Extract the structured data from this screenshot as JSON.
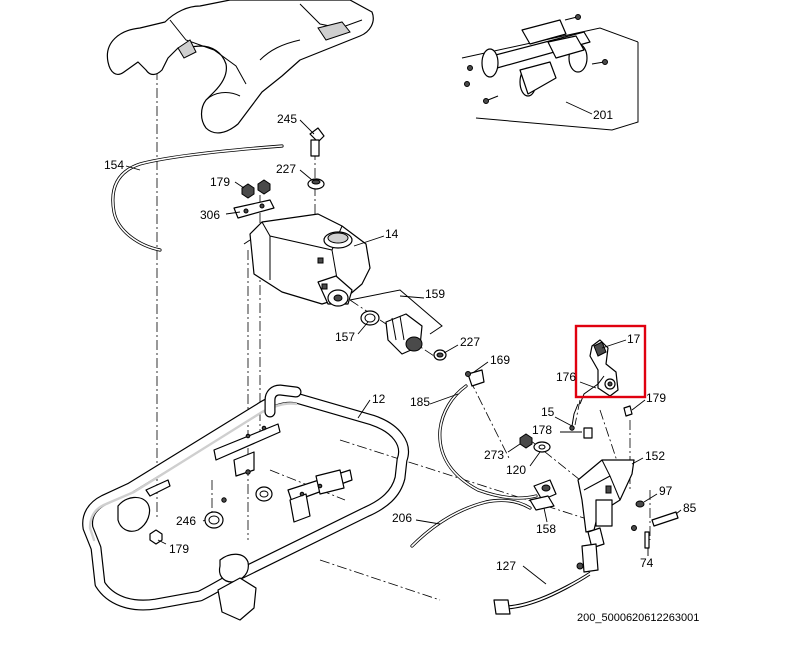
{
  "diagram": {
    "part_labels": {
      "p17": "17",
      "p176": "176",
      "p179_right": "179",
      "p15": "15",
      "p178": "178",
      "p201": "201",
      "p245": "245",
      "p154": "154",
      "p227_top": "227",
      "p179_top": "179",
      "p306": "306",
      "p14": "14",
      "p159": "159",
      "p157": "157",
      "p227_mid": "227",
      "p169": "169",
      "p12": "12",
      "p185": "185",
      "p273": "273",
      "p120": "120",
      "p152": "152",
      "p97": "97",
      "p85": "85",
      "p246": "246",
      "p179_bottom": "179",
      "p206": "206",
      "p158": "158",
      "p74": "74",
      "p127": "127"
    },
    "drawing_number": "200_5000620612263001",
    "highlight_color": "#e0000f"
  }
}
